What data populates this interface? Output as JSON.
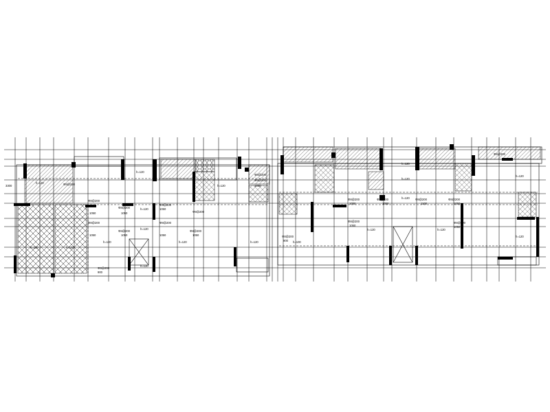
{
  "drawing": {
    "colors": {
      "background": "#ffffff",
      "line": "#000000",
      "wall": "#000000"
    },
    "slab_thickness_labels": [
      "h=120",
      "h=120",
      "h=120",
      "h=120",
      "h=120",
      "h=120",
      "h=120",
      "h=120",
      "h=120",
      "h=120",
      "h=120",
      "h=120",
      "h=120",
      "h=120",
      "h=120",
      "h=120",
      "h=120",
      "h=100",
      "h=120"
    ],
    "rebar_labels": [
      "Φ8@200",
      "Φ8@200",
      "Φ8@200",
      "Φ8@200",
      "Φ8@200",
      "Φ8@200",
      "Φ8@200",
      "Φ8@200",
      "Φ8@200",
      "Φ8@200",
      "Φ8@200",
      "Φ8@200",
      "Φ8@200",
      "Φ8@200",
      "Φ8@200",
      "Φ8@200",
      "Φ8@200",
      "Φ8@200",
      "Φ8@200",
      "Φ8@200"
    ],
    "dimension_labels": [
      "1050",
      "1050",
      "1050",
      "1050",
      "1050",
      "1050",
      "1050",
      "1050",
      "1050",
      "1050",
      "1050",
      "1100",
      "1050",
      "1050",
      "900",
      "900",
      "3300"
    ]
  }
}
